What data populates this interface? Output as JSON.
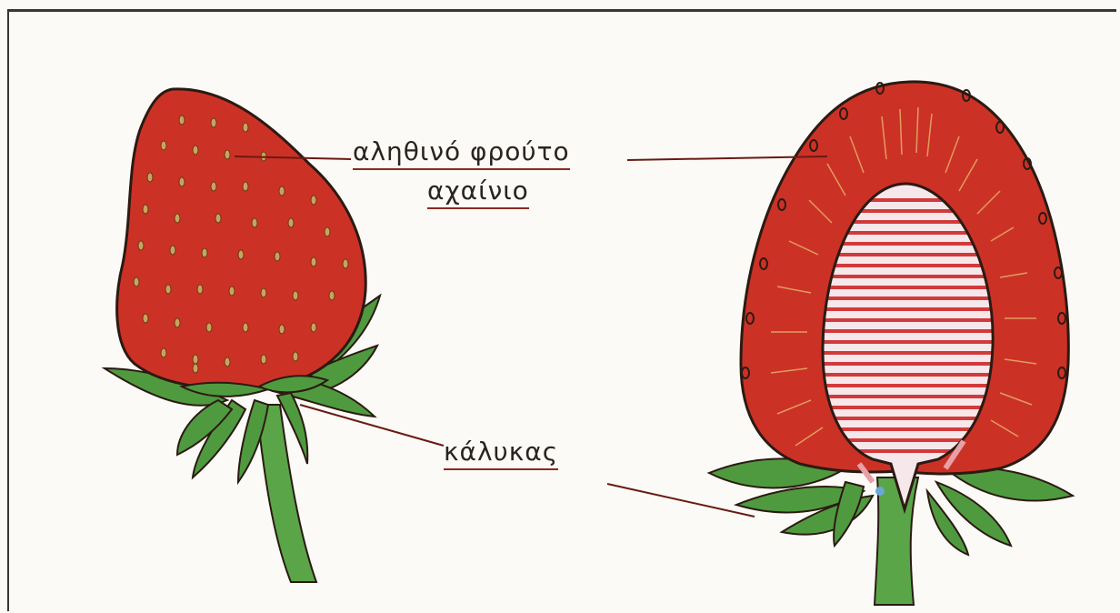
{
  "labels": {
    "true_fruit": "αληθινό φρούτο",
    "achene": "αχαίνιο",
    "calyx": "κάλυκας"
  },
  "colors": {
    "flesh": "#cc3126",
    "outline": "#2b1a12",
    "leaf": "#4f9a3e",
    "stem": "#5aa548",
    "core_stripe": "#d23a3a",
    "core_bg": "#f6e7ea",
    "seed": "#c9a35c",
    "line": "#6a1a14"
  }
}
